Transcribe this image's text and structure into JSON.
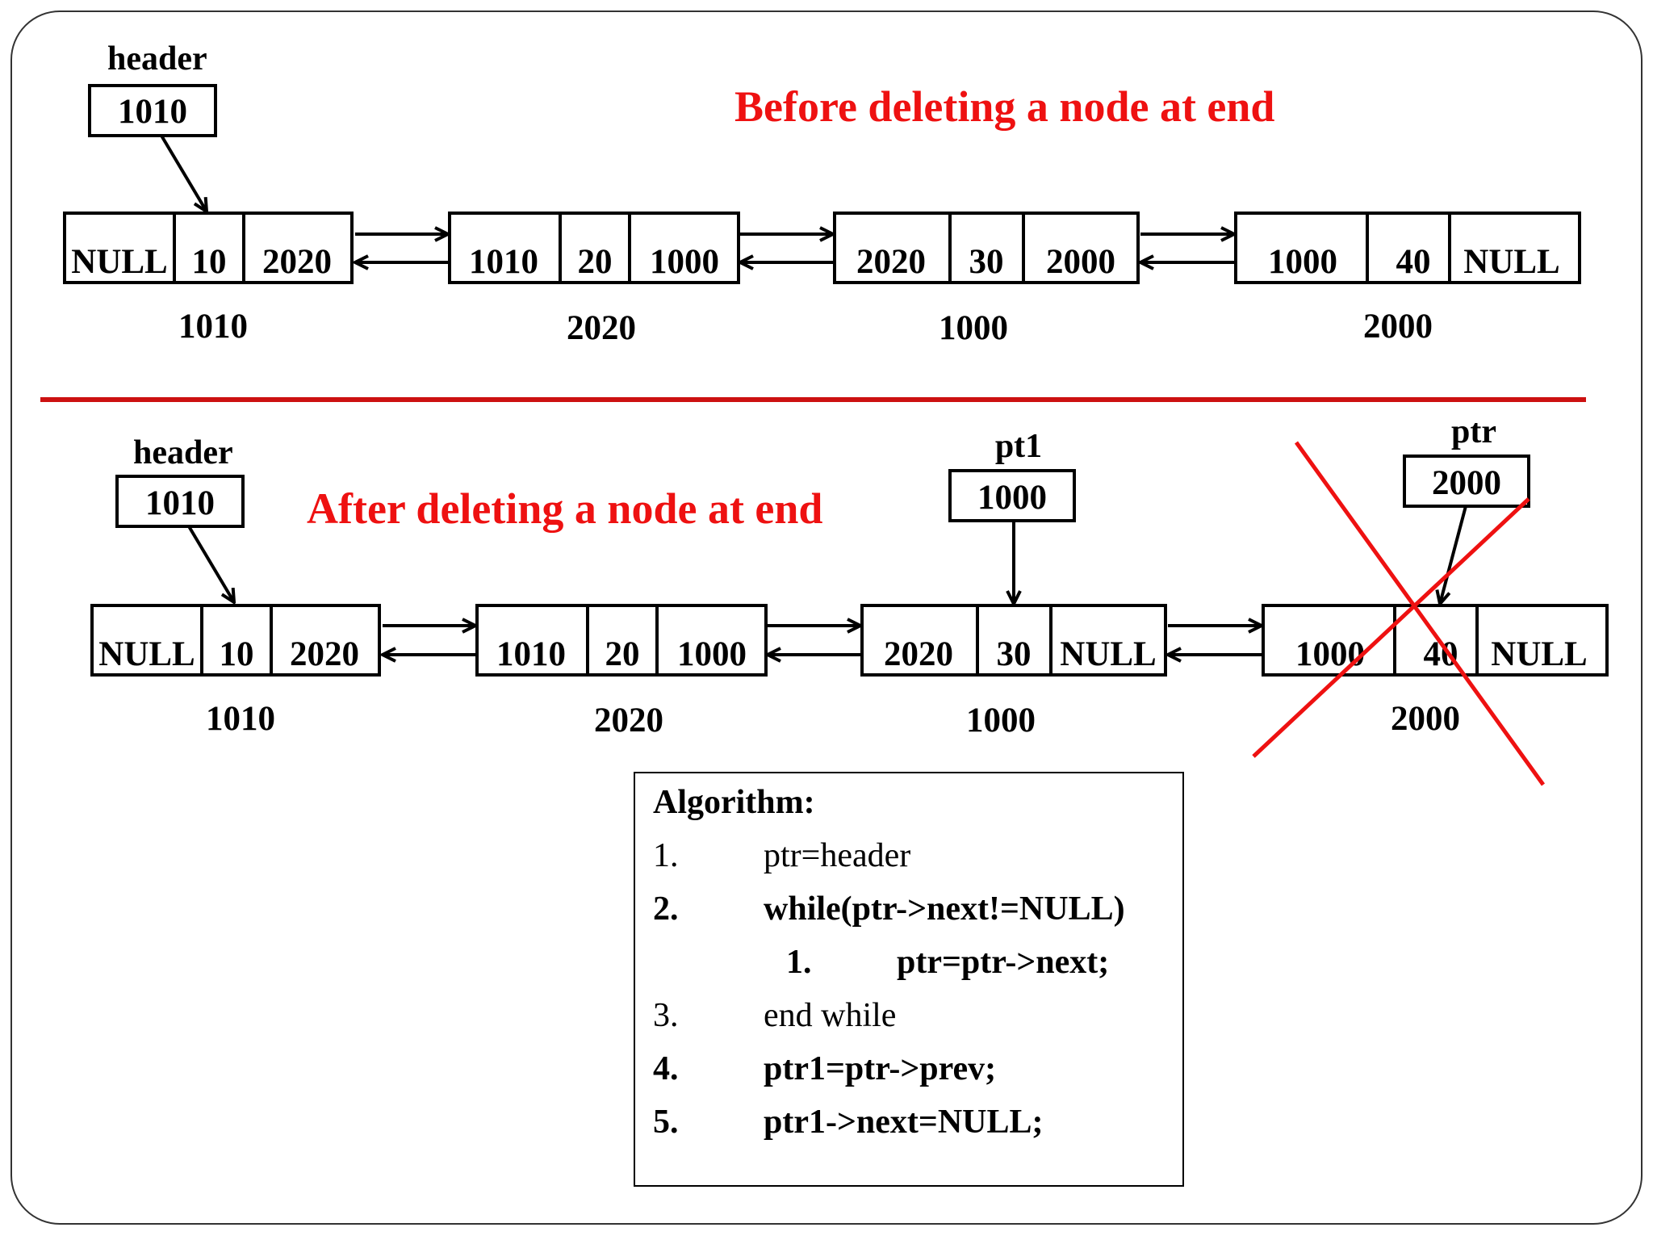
{
  "diagram": {
    "before": {
      "title": "Before deleting a node at end",
      "header": {
        "label": "header",
        "value": "1010"
      },
      "nodes": [
        {
          "prev": "NULL",
          "data": "10",
          "next": "2020",
          "address": "1010"
        },
        {
          "prev": "1010",
          "data": "20",
          "next": "1000",
          "address": "2020"
        },
        {
          "prev": "2020",
          "data": "30",
          "next": "2000",
          "address": "1000"
        },
        {
          "prev": "1000",
          "data": "40",
          "next": "NULL",
          "address": "2000"
        }
      ]
    },
    "after": {
      "title": "After deleting a node at end",
      "header": {
        "label": "header",
        "value": "1010"
      },
      "pt1": {
        "label": "pt1",
        "value": "1000"
      },
      "ptr": {
        "label": "ptr",
        "value": "2000"
      },
      "nodes": [
        {
          "prev": "NULL",
          "data": "10",
          "next": "2020",
          "address": "1010"
        },
        {
          "prev": "1010",
          "data": "20",
          "next": "1000",
          "address": "2020"
        },
        {
          "prev": "2020",
          "data": "30",
          "next": "NULL",
          "address": "1000"
        },
        {
          "prev": "1000",
          "data": "40",
          "next": "NULL",
          "address": "2000",
          "deleted": true
        }
      ]
    },
    "colors": {
      "title": "#ee1111",
      "divider": "#cc1111",
      "cross": "#ee1111",
      "frame": "#333333"
    }
  },
  "algorithm": {
    "title": "Algorithm:",
    "steps": [
      {
        "num": "1.",
        "code": "ptr=header",
        "bold": false
      },
      {
        "num": "2.",
        "code": "while(ptr->next!=NULL)",
        "bold": true
      },
      {
        "num": "1.",
        "code": "ptr=ptr->next;",
        "bold": true,
        "indent": true
      },
      {
        "num": "3.",
        "code": "end while",
        "bold": false
      },
      {
        "num": "4.",
        "code": "ptr1=ptr->prev;",
        "bold": true
      },
      {
        "num": "5.",
        "code": "ptr1->next=NULL;",
        "bold": true
      }
    ]
  }
}
